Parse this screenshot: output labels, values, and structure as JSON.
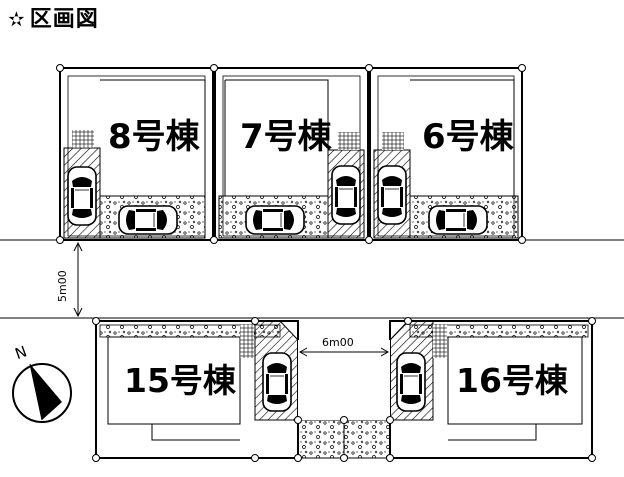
{
  "title": {
    "star": "✫",
    "text": "区画図"
  },
  "lots": {
    "lot8": "8号棟",
    "lot7": "7号棟",
    "lot6": "6号棟",
    "lot15": "15号棟",
    "lot16": "16号棟"
  },
  "dimensions": {
    "road_width": "5m00",
    "passage_width": "6m00"
  },
  "compass": {
    "north": "N"
  }
}
